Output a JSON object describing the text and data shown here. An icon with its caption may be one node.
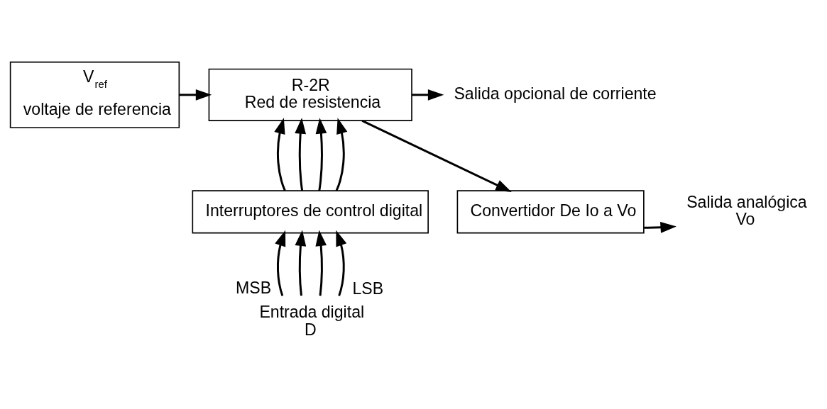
{
  "diagram": {
    "nodes": [
      {
        "text": [
          "V$_{ref}$",
          "voltaje de referencia"
        ]
      },
      {
        "text": [
          "R-2R",
          "Red de resistencia"
        ]
      },
      {
        "text": [
          "Interruptores de control digital"
        ]
      },
      {
        "text": [
          "Convertidor De Io a Vo"
        ]
      },
      {
        "text": [
          "Salida opcional de corriente"
        ]
      },
      {
        "text": [
          "Salida analógica",
          "Vo"
        ]
      },
      {
        "text": [
          "Entrada digital",
          "D"
        ]
      }
    ],
    "edges": [
      {
        "from": 0,
        "to": 1,
        "arrow": "to"
      },
      {
        "from": 2,
        "to": 1,
        "arrow": "to"
      },
      {
        "from": 2,
        "to": 1,
        "arrow": "to"
      },
      {
        "from": 2,
        "to": 1,
        "arrow": "to"
      },
      {
        "from": 2,
        "to": 1,
        "arrow": "to"
      },
      {
        "from": 6,
        "to": 2,
        "arrow": "to",
        "label": "MSB"
      },
      {
        "from": 6,
        "to": 2,
        "arrow": "to"
      },
      {
        "from": 6,
        "to": 2,
        "arrow": "to"
      },
      {
        "from": 6,
        "to": 2,
        "arrow": "to",
        "label": "LSB"
      },
      {
        "from": 1,
        "to": 4,
        "arrow": "to"
      },
      {
        "from": 1,
        "to": 3,
        "arrow": "to"
      },
      {
        "from": 3,
        "to": 5,
        "arrow": "to"
      }
    ]
  }
}
